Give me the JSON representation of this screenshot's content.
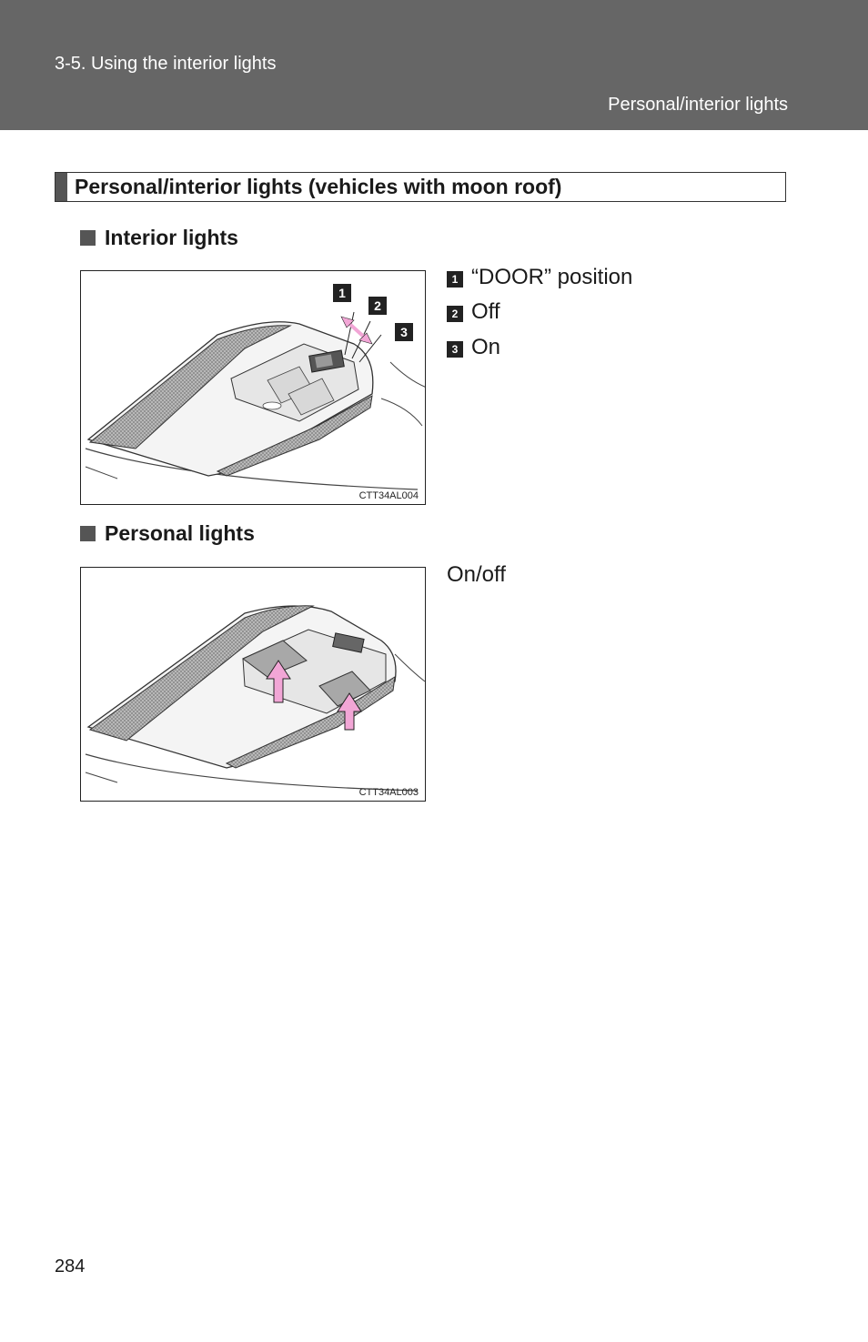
{
  "header": {
    "section": "3-5. Using the interior lights",
    "topic": "Personal/interior lights"
  },
  "section_title": "Personal/interior lights (vehicles with moon roof)",
  "interior": {
    "heading": "Interior lights",
    "figure_code": "CTT34AL004",
    "callouts": [
      "1",
      "2",
      "3"
    ],
    "legend": [
      {
        "num": "1",
        "text": "“DOOR” position"
      },
      {
        "num": "2",
        "text": "Off"
      },
      {
        "num": "3",
        "text": "On"
      }
    ]
  },
  "personal": {
    "heading": "Personal lights",
    "figure_code": "CTT34AL003",
    "text": "On/off"
  },
  "page_number": "284",
  "colors": {
    "header_bg": "#666666",
    "arrow_pink": "#f2a6d6"
  }
}
